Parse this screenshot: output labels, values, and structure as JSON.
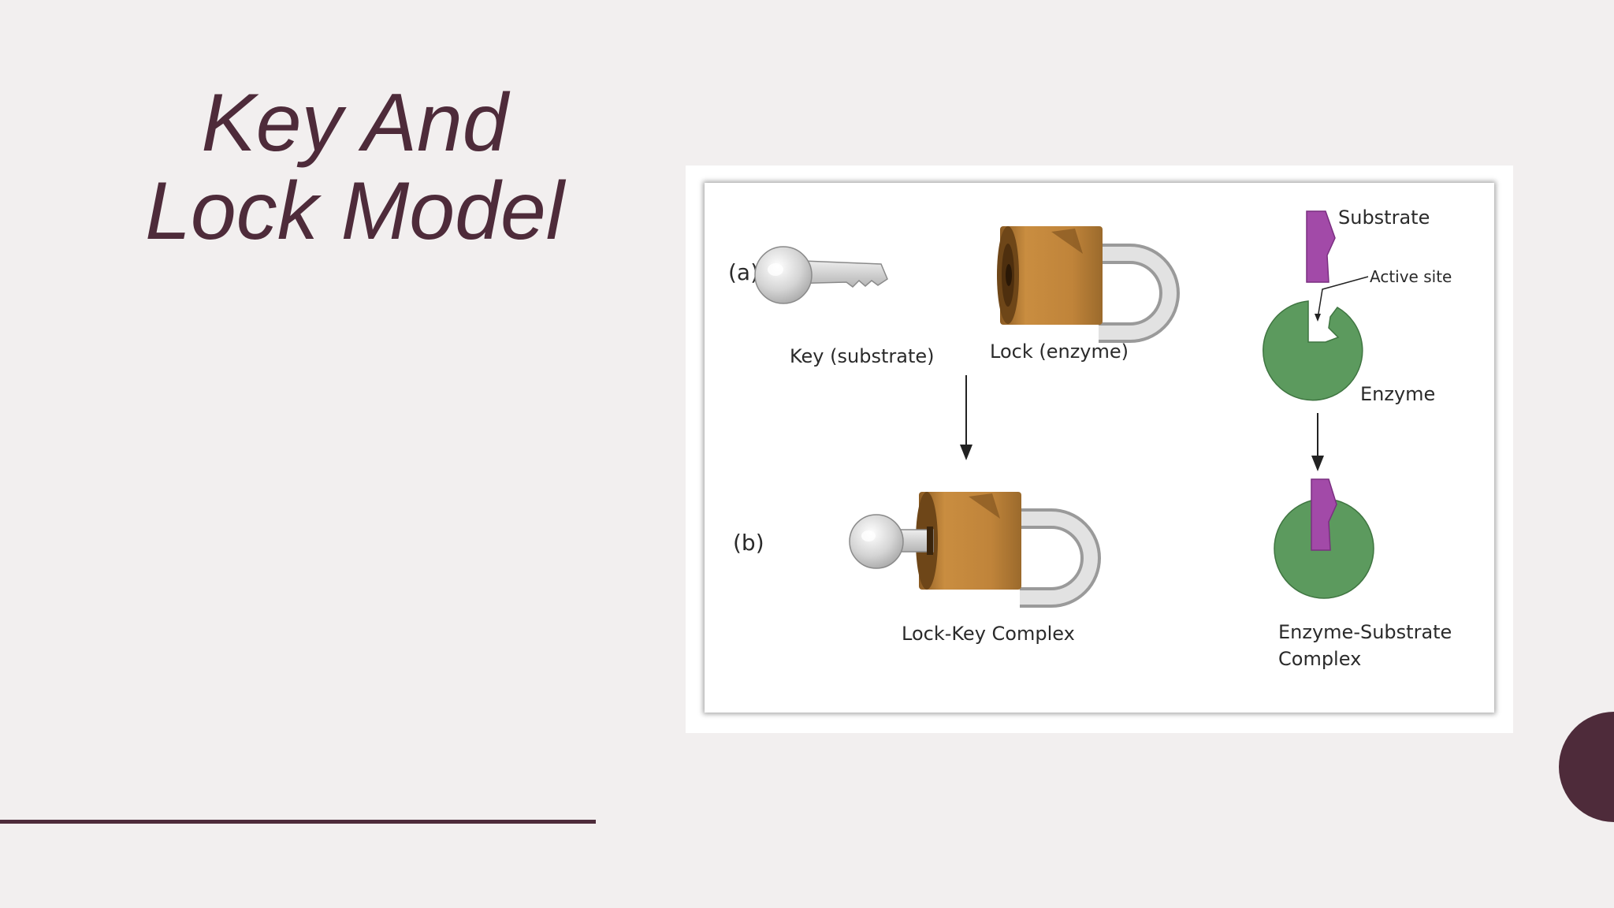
{
  "title": {
    "line1": "Key And",
    "line2": "Lock Model"
  },
  "figure": {
    "part_a_label": "(a)",
    "part_b_label": "(b)",
    "key_label": "Key (substrate)",
    "lock_label": "Lock (enzyme)",
    "substrate_label": "Substrate",
    "active_site_label": "Active site",
    "enzyme_label": "Enzyme",
    "lock_key_complex_label": "Lock-Key Complex",
    "es_complex_line1": "Enzyme-Substrate",
    "es_complex_line2": "Complex"
  },
  "colors": {
    "title": "#4e2b3a",
    "lock_body": "#c0843a",
    "shackle": "#c8c8c8",
    "key": "#d0d0d0",
    "substrate": "#a24aa8",
    "enzyme": "#5c9a5e"
  }
}
